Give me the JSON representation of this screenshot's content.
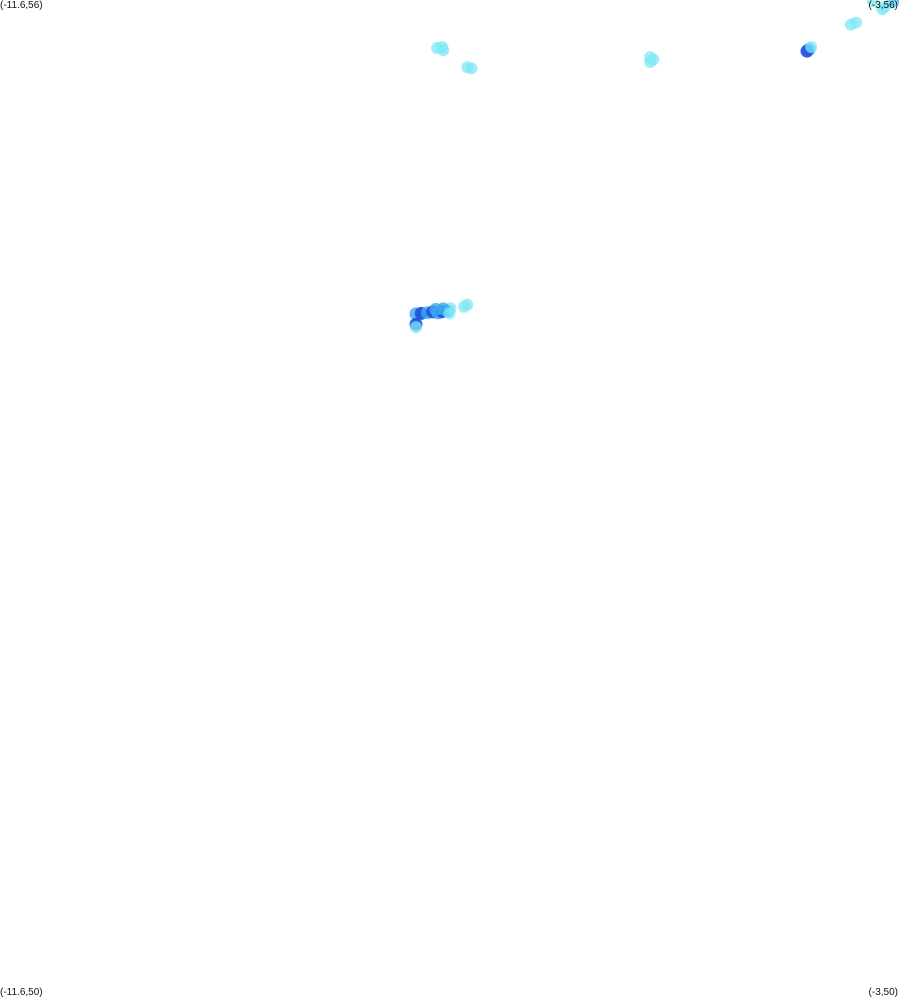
{
  "map": {
    "corners": {
      "top_left": "(-11.6,56)",
      "top_right": "(-3,56)",
      "bottom_left": "(-11.6,50)",
      "bottom_right": "(-3,50)"
    },
    "bounds": {
      "lon_min": -11.6,
      "lon_max": -3,
      "lat_min": 50,
      "lat_max": 56
    },
    "colors": {
      "background": "#ffffff",
      "intensity_low": "#7ee8f5",
      "intensity_mid": "#3aa8ef",
      "intensity_high": "#1f4fe0"
    },
    "echoes": [
      {
        "lon": -3.25,
        "lat": 55.995,
        "i": 1
      },
      {
        "lon": -3.06,
        "lat": 55.992,
        "i": 2
      },
      {
        "lon": -3.07,
        "lat": 55.983,
        "i": 1
      },
      {
        "lon": -3.14,
        "lat": 55.957,
        "i": 1
      },
      {
        "lon": -3.16,
        "lat": 55.944,
        "i": 1
      },
      {
        "lon": -3.41,
        "lat": 55.864,
        "i": 1
      },
      {
        "lon": -3.46,
        "lat": 55.852,
        "i": 1
      },
      {
        "lon": -7.42,
        "lat": 55.712,
        "i": 1
      },
      {
        "lon": -7.36,
        "lat": 55.699,
        "i": 1
      },
      {
        "lon": -7.37,
        "lat": 55.717,
        "i": 1
      },
      {
        "lon": -3.86,
        "lat": 55.704,
        "i": 2
      },
      {
        "lon": -3.88,
        "lat": 55.693,
        "i": 3
      },
      {
        "lon": -3.84,
        "lat": 55.718,
        "i": 1
      },
      {
        "lon": -5.38,
        "lat": 55.657,
        "i": 1
      },
      {
        "lon": -5.35,
        "lat": 55.643,
        "i": 1
      },
      {
        "lon": -5.38,
        "lat": 55.628,
        "i": 1
      },
      {
        "lon": -7.09,
        "lat": 55.589,
        "i": 1
      },
      {
        "lon": -7.13,
        "lat": 55.596,
        "i": 1
      },
      {
        "lon": -7.62,
        "lat": 54.115,
        "i": 2
      },
      {
        "lon": -7.57,
        "lat": 54.118,
        "i": 3
      },
      {
        "lon": -7.51,
        "lat": 54.122,
        "i": 2
      },
      {
        "lon": -7.46,
        "lat": 54.127,
        "i": 3
      },
      {
        "lon": -7.41,
        "lat": 54.121,
        "i": 2
      },
      {
        "lon": -7.37,
        "lat": 54.128,
        "i": 3
      },
      {
        "lon": -7.32,
        "lat": 54.133,
        "i": 2
      },
      {
        "lon": -7.29,
        "lat": 54.148,
        "i": 1
      },
      {
        "lon": -7.36,
        "lat": 54.145,
        "i": 2
      },
      {
        "lon": -7.43,
        "lat": 54.141,
        "i": 2
      },
      {
        "lon": -7.3,
        "lat": 54.118,
        "i": 1
      },
      {
        "lon": -7.13,
        "lat": 54.17,
        "i": 1
      },
      {
        "lon": -7.16,
        "lat": 54.158,
        "i": 1
      },
      {
        "lon": -7.62,
        "lat": 54.053,
        "i": 3
      },
      {
        "lon": -7.62,
        "lat": 54.035,
        "i": 1
      }
    ]
  }
}
